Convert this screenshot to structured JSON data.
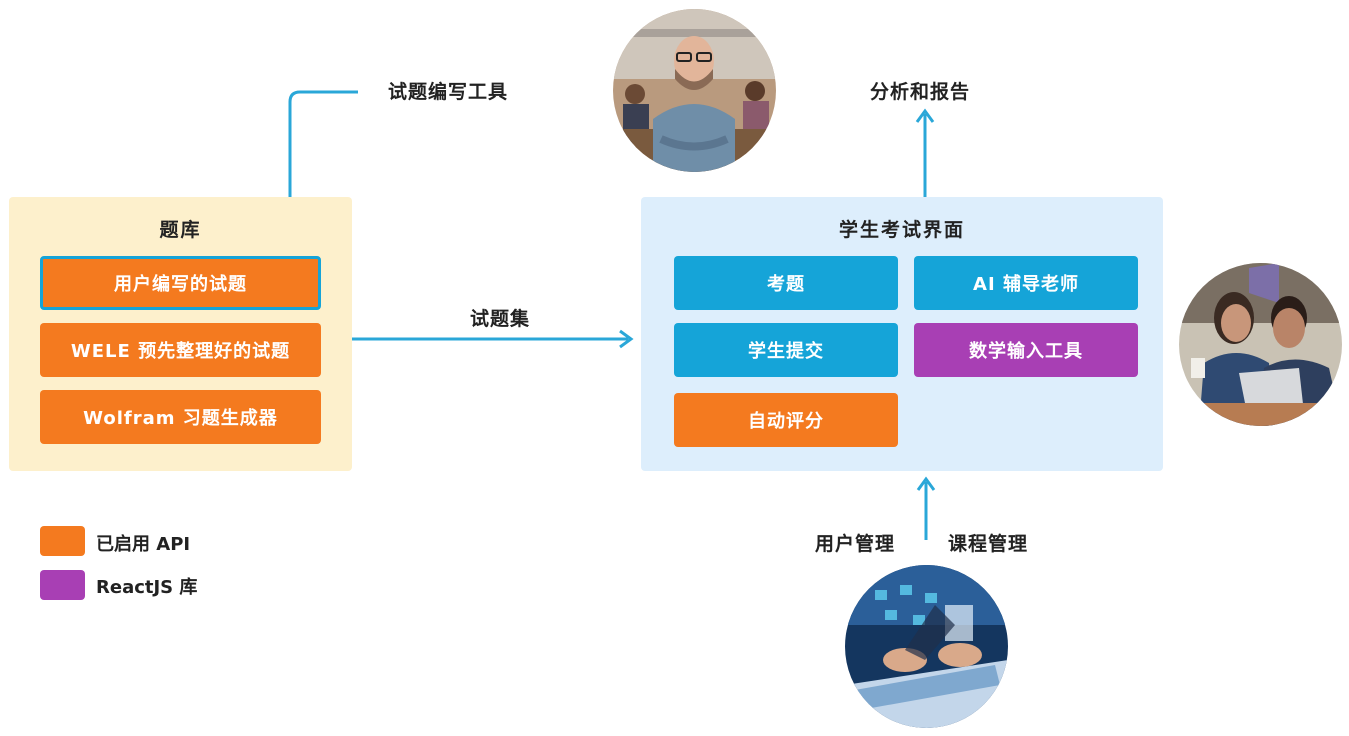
{
  "question_bank": {
    "title": "题库",
    "items": [
      "用户编写的试题",
      "WELE 预先整理好的试题",
      "Wolfram 习题生成器"
    ]
  },
  "authoring_tool_label": "试题编写工具",
  "question_set_label": "试题集",
  "student_ui": {
    "title": "学生考试界面",
    "items": {
      "questions": "考题",
      "ai_tutor": "AI 辅导老师",
      "submissions": "学生提交",
      "math_input": "数学输入工具",
      "auto_grading": "自动评分"
    }
  },
  "analytics_label": "分析和报告",
  "user_mgmt_label": "用户管理",
  "course_mgmt_label": "课程管理",
  "legend": [
    {
      "label": "已启用 API",
      "color": "#f47a1f"
    },
    {
      "label": "ReactJS 库",
      "color": "#a83fb4"
    }
  ],
  "colors": {
    "arrow": "#2aa7d8",
    "orange": "#f47a1f",
    "blue": "#15a4d8",
    "purple": "#a83fb4",
    "bank_bg": "#fdf0cc",
    "exam_bg": "#ddeefc"
  },
  "photos": [
    "teacher-photo",
    "students-photo",
    "laptop-photo"
  ]
}
